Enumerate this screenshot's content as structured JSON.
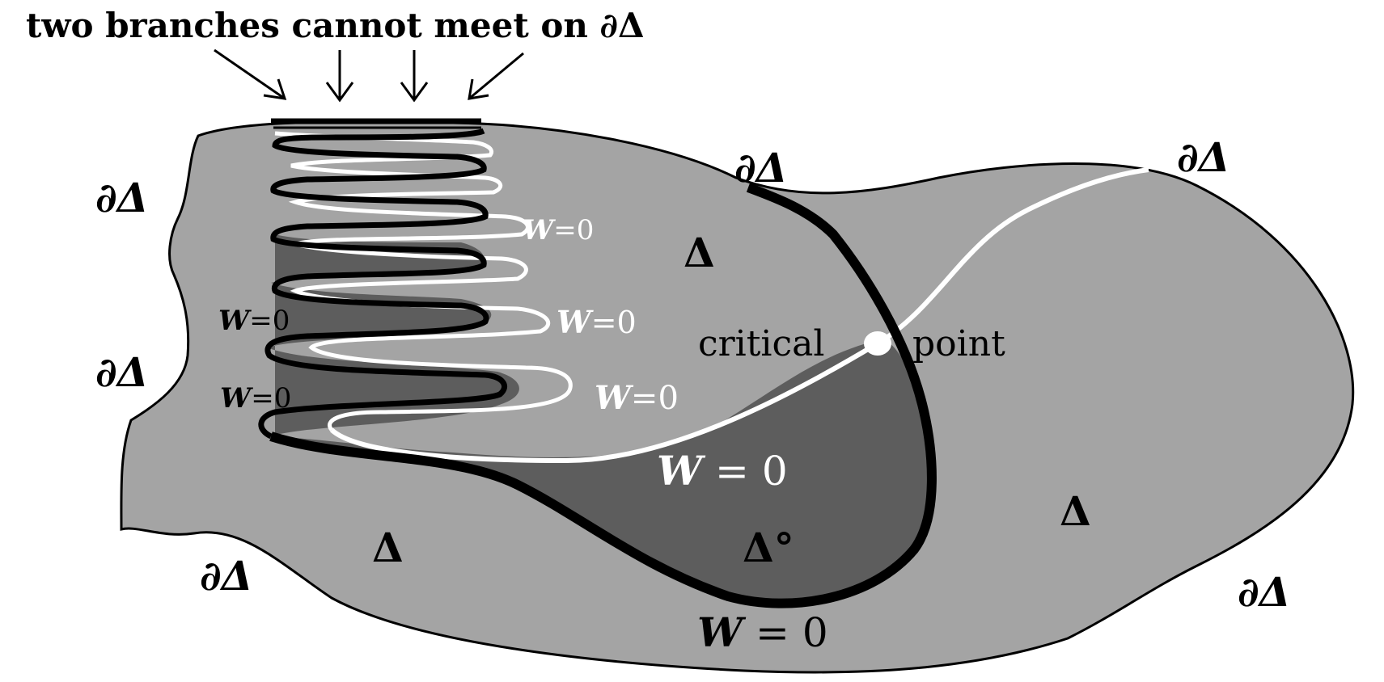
{
  "title": "two branches cannot meet on ∂Δ",
  "colors": {
    "region": "#a4a4a4",
    "inner_region": "#5d5d5d",
    "curve_black": "#000000",
    "curve_white": "#ffffff",
    "background": "#ffffff"
  },
  "labels": {
    "boundary": "∂Δ",
    "domain": "Δ",
    "inner_domain": "Δ°",
    "critical_word": "critical",
    "point_word": "point",
    "w_var": "W",
    "w_eq": "=",
    "w_zero": "0",
    "eq_spaced": " = ",
    "eq_tight": "="
  },
  "arrows": {
    "count": 4,
    "icon": "arrow-icon"
  }
}
